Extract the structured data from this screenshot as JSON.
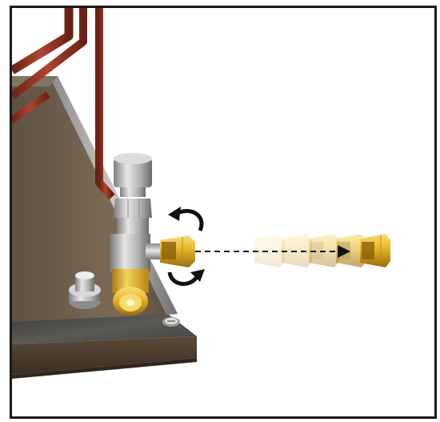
{
  "colors": {
    "frame": "#1a1a1a",
    "plate_top": "#4a4a47",
    "plate_front": "#4d3f30",
    "gusset": "#6b5c4a",
    "pipe": "#8a2e1f",
    "valve": "#a8a8a8",
    "fitting_gold": "#d9a418",
    "arrow": "#111111"
  },
  "icons": {
    "rotate_top": "curved-arrow-counterclockwise-icon",
    "rotate_bottom": "curved-arrow-clockwise-icon",
    "movement": "dashed-arrow-right-icon"
  },
  "ghost_fitting_opacities": [
    0.15,
    0.25,
    0.4,
    0.6,
    1.0
  ]
}
